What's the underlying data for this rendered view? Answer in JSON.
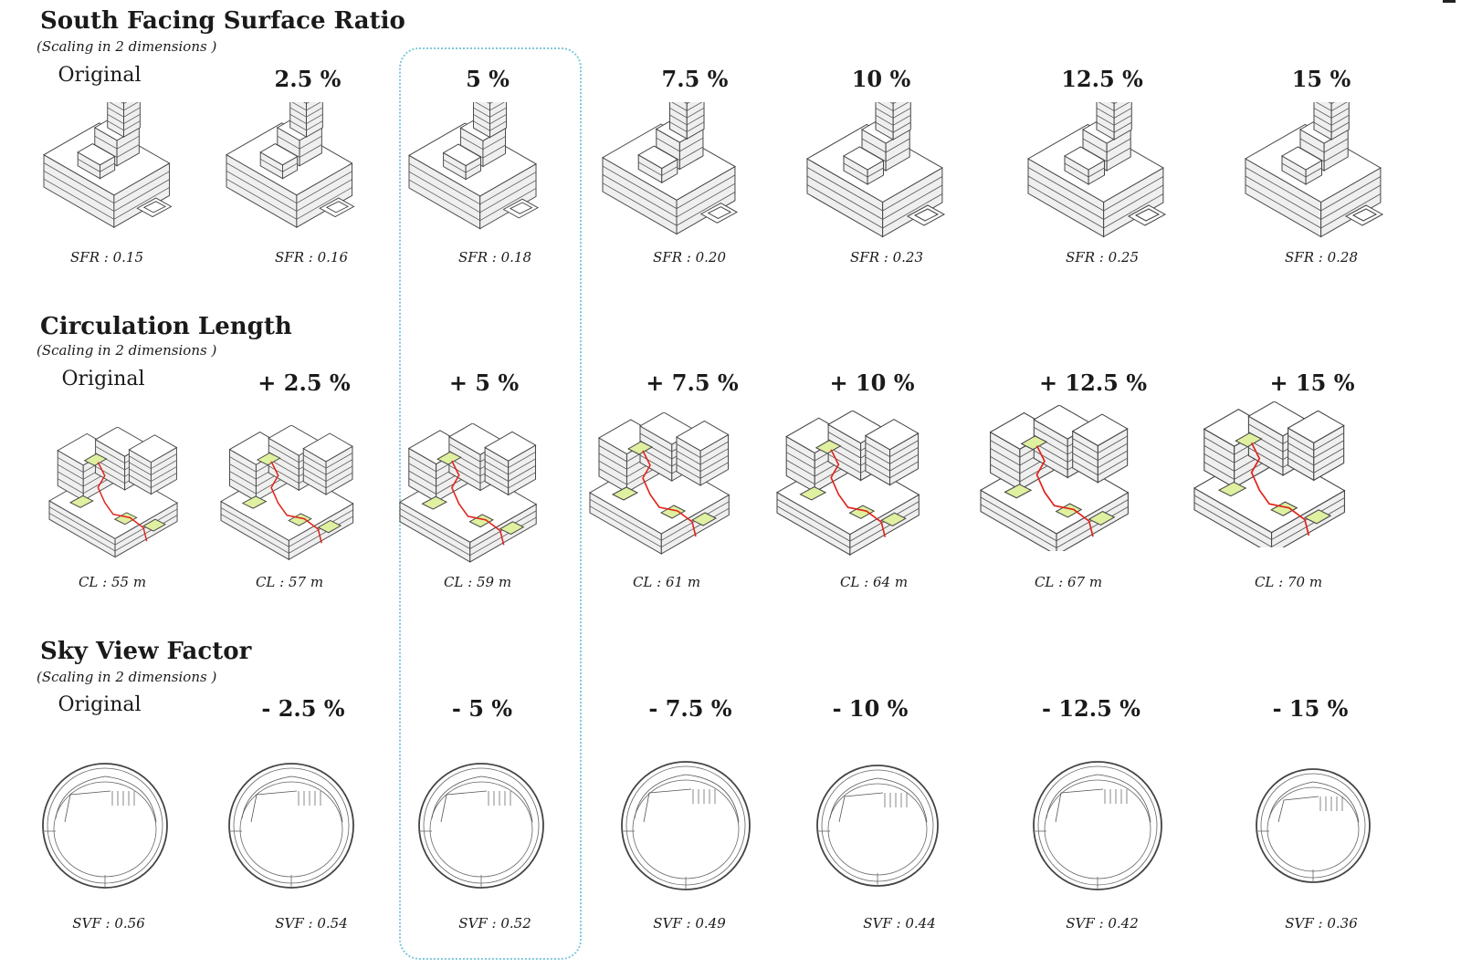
{
  "sections": [
    {
      "title": "South Facing Surface Ratio",
      "subtitle": "(Scaling in 2 dimensions )",
      "kind": "sfr",
      "columns": [
        {
          "label": "Original",
          "metric": "SFR : 0.15"
        },
        {
          "label": "2.5 %",
          "metric": "SFR : 0.16"
        },
        {
          "label": "5 %",
          "metric": "SFR : 0.18"
        },
        {
          "label": "7.5 %",
          "metric": "SFR : 0.20"
        },
        {
          "label": "10 %",
          "metric": "SFR : 0.23"
        },
        {
          "label": "12.5 %",
          "metric": "SFR : 0.25"
        },
        {
          "label": "15 %",
          "metric": "SFR : 0.28"
        }
      ]
    },
    {
      "title": "Circulation Length",
      "subtitle": "(Scaling in 2 dimensions )",
      "kind": "cl",
      "columns": [
        {
          "label": "Original",
          "metric": "CL    : 55 m"
        },
        {
          "label": "+ 2.5 %",
          "metric": "CL    : 57 m"
        },
        {
          "label": "+ 5 %",
          "metric": "CL    : 59 m"
        },
        {
          "label": "+ 7.5 %",
          "metric": "CL    : 61 m"
        },
        {
          "label": "+ 10 %",
          "metric": "CL    : 64 m"
        },
        {
          "label": "+ 12.5 %",
          "metric": "CL    : 67 m"
        },
        {
          "label": "+ 15 %",
          "metric": "CL    : 70 m"
        }
      ]
    },
    {
      "title": "Sky View Factor",
      "subtitle": "(Scaling in 2 dimensions )",
      "kind": "svf",
      "columns": [
        {
          "label": "Original",
          "metric": "SVF : 0.56"
        },
        {
          "label": "- 2.5 %",
          "metric": "SVF : 0.54"
        },
        {
          "label": "- 5 %",
          "metric": "SVF : 0.52"
        },
        {
          "label": "- 7.5 %",
          "metric": "SVF : 0.49"
        },
        {
          "label": "- 10 %",
          "metric": "SVF : 0.44"
        },
        {
          "label": "- 12.5 %",
          "metric": "SVF : 0.42"
        },
        {
          "label": "- 15 %",
          "metric": "SVF : 0.36"
        }
      ]
    }
  ],
  "colors": {
    "highlight_border": "#7fc9d9",
    "circulation_path": "#e0241b",
    "courtyard_fill": "#dff0a0",
    "line": "#444444"
  }
}
